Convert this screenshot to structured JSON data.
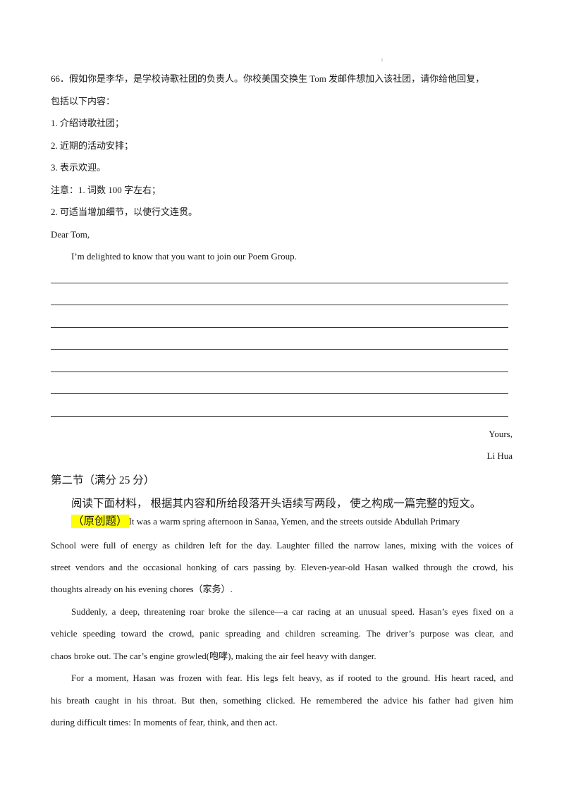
{
  "page_mark": "i",
  "question": {
    "line1": "66．假如你是李华，是学校诗歌社团的负责人。你校美国交换生 Tom 发邮件想加入该社团，请你给他回复，",
    "line2": "包括以下内容：",
    "items": [
      "1. 介绍诗歌社团；",
      "2. 近期的活动安排；",
      "3. 表示欢迎。"
    ],
    "note1": "注意：1. 词数 100 字左右；",
    "note2": "2. 可适当增加细节，以使行文连贯。"
  },
  "letter": {
    "salutation": "Dear Tom,",
    "opening": "I’m delighted to know that you want to join our Poem Group.",
    "blank_lines": 7,
    "closing": "Yours,",
    "signature": "Li Hua"
  },
  "section2": {
    "heading": "第二节（满分 25 分）",
    "instruction": "阅读下面材料，  根据其内容和所给段落开头语续写两段，  使之构成一篇完整的短文。",
    "tag": "（原创题）",
    "para1_lines": [
      "It was a warm spring afternoon in Sanaa, Yemen, and the streets outside Abdullah Primary",
      "School were full of energy as children left for the day. Laughter filled the narrow lanes, mixing with the voices of",
      "street vendors and the occasional honking of cars passing by. Eleven-year-old Hasan walked through the crowd, his",
      "thoughts already on his evening chores（家务）."
    ],
    "para2_lines": [
      "Suddenly, a deep, threatening roar broke the silence—a car racing at an unusual speed. Hasan’s eyes fixed on a",
      "vehicle speeding toward the crowd, panic spreading and children screaming. The driver’s purpose was clear, and",
      "chaos broke out. The car’s engine growled(咆哮), making the air feel heavy with danger."
    ],
    "para3_lines": [
      "For a moment, Hasan was frozen with fear. His legs felt heavy, as if rooted to the ground. His heart raced, and",
      "his breath caught in his throat. But then, something clicked. He remembered the advice his father had given him",
      "during difficult times: In moments of fear, think, and then act."
    ]
  },
  "colors": {
    "highlight": "#ffff00",
    "text": "#1a1a1a",
    "rule": "#333333"
  }
}
